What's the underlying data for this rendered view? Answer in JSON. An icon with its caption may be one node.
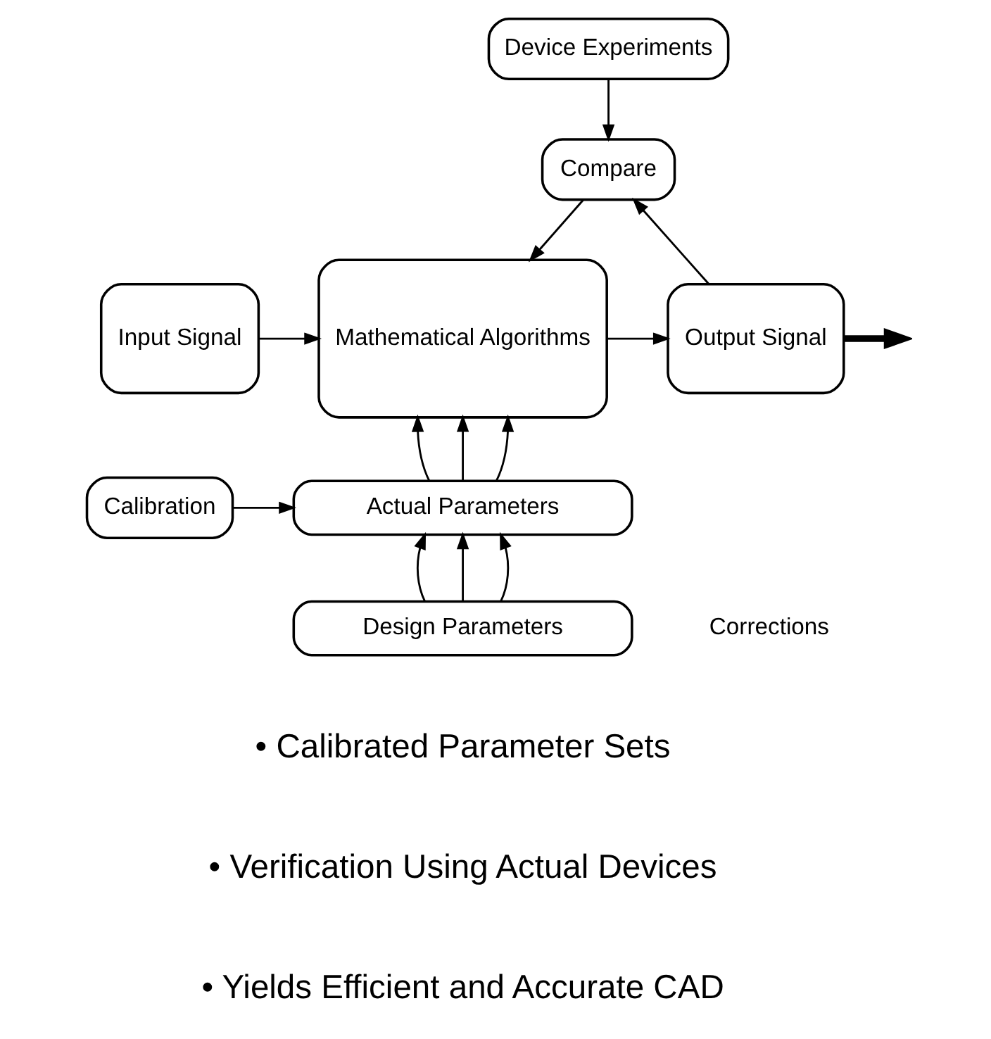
{
  "diagram": {
    "nodes": [
      {
        "text": [
          "Device Experiments"
        ]
      },
      {
        "text": [
          "Compare"
        ]
      },
      {
        "text": [
          "Input Signal"
        ]
      },
      {
        "text": [
          "Mathematical Algorithms"
        ]
      },
      {
        "text": [
          "Output Signal"
        ]
      },
      {
        "text": [
          "Calibration"
        ]
      },
      {
        "text": [
          "Actual Parameters"
        ]
      },
      {
        "text": [
          "Design Parameters"
        ]
      }
    ],
    "edges": [
      {
        "from": 0,
        "to": 1,
        "arrow": "to"
      },
      {
        "from": 1,
        "to": 3,
        "arrow": "to"
      },
      {
        "from": 2,
        "to": 3,
        "arrow": "to"
      },
      {
        "from": 3,
        "to": 4,
        "arrow": "to"
      },
      {
        "from": 4,
        "to": 1,
        "arrow": "to"
      },
      {
        "from": 4,
        "to": null,
        "arrow": "to",
        "style": "thick"
      },
      {
        "from": 6,
        "to": 3,
        "arrow": "to"
      },
      {
        "from": 6,
        "to": 3,
        "arrow": "to"
      },
      {
        "from": 6,
        "to": 3,
        "arrow": "to"
      },
      {
        "from": 5,
        "to": 6,
        "arrow": "to"
      },
      {
        "from": 7,
        "to": 6,
        "arrow": "to"
      },
      {
        "from": 7,
        "to": 6,
        "arrow": "to"
      },
      {
        "from": 7,
        "to": 6,
        "arrow": "to"
      }
    ],
    "labels": [
      "Corrections",
      "• Calibrated Parameter Sets",
      "• Verification Using Actual Devices",
      "• Yields Efficient and Accurate CAD"
    ]
  }
}
